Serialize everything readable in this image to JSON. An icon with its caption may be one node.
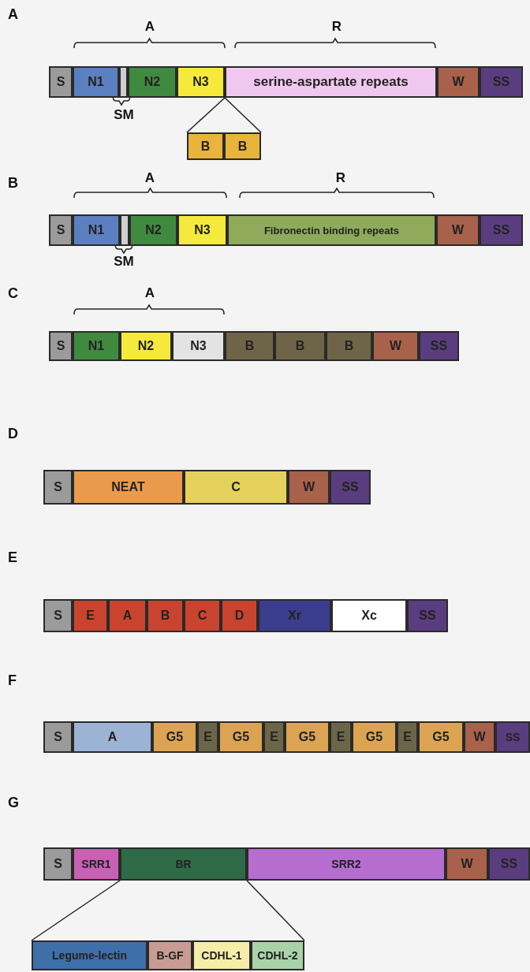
{
  "diagram": {
    "nodes": [
      {
        "text": [
          "S"
        ]
      },
      {
        "text": [
          "N1"
        ]
      },
      {
        "text": [],
        "shape": "box"
      },
      {
        "text": [
          "N2"
        ]
      },
      {
        "text": [
          "N3"
        ]
      },
      {
        "text": [
          "serine-aspartate repeats"
        ]
      },
      {
        "text": [
          "W"
        ]
      },
      {
        "text": [
          "SS"
        ]
      },
      {
        "text": [
          "B"
        ]
      },
      {
        "text": [
          "B"
        ]
      },
      {
        "text": [
          "S"
        ]
      },
      {
        "text": [
          "N1"
        ]
      },
      {
        "text": [],
        "shape": "box"
      },
      {
        "text": [
          "N2"
        ]
      },
      {
        "text": [
          "N3"
        ]
      },
      {
        "text": [
          "Fibronectin binding repeats"
        ]
      },
      {
        "text": [
          "W"
        ]
      },
      {
        "text": [
          "SS"
        ]
      },
      {
        "text": [
          "S"
        ]
      },
      {
        "text": [
          "N1"
        ]
      },
      {
        "text": [
          "N2"
        ]
      },
      {
        "text": [
          "N3"
        ]
      },
      {
        "text": [
          "B"
        ]
      },
      {
        "text": [
          "B"
        ]
      },
      {
        "text": [
          "B"
        ]
      },
      {
        "text": [
          "W"
        ]
      },
      {
        "text": [
          "SS"
        ]
      },
      {
        "text": [
          "S"
        ]
      },
      {
        "text": [
          "NEAT"
        ]
      },
      {
        "text": [
          "C"
        ]
      },
      {
        "text": [
          "W"
        ]
      },
      {
        "text": [
          "SS"
        ]
      },
      {
        "text": [
          "S"
        ]
      },
      {
        "text": [
          "E"
        ]
      },
      {
        "text": [
          "A"
        ]
      },
      {
        "text": [
          "B"
        ]
      },
      {
        "text": [
          "C"
        ]
      },
      {
        "text": [
          "D"
        ]
      },
      {
        "text": [
          "Xr"
        ]
      },
      {
        "text": [
          "Xc"
        ]
      },
      {
        "text": [
          "SS"
        ]
      },
      {
        "text": [
          "S"
        ]
      },
      {
        "text": [
          "A"
        ]
      },
      {
        "text": [
          "G5"
        ]
      },
      {
        "text": [
          "E"
        ]
      },
      {
        "text": [
          "G5"
        ]
      },
      {
        "text": [
          "E"
        ]
      },
      {
        "text": [
          "G5"
        ]
      },
      {
        "text": [
          "E"
        ]
      },
      {
        "text": [
          "G5"
        ]
      },
      {
        "text": [
          "E"
        ]
      },
      {
        "text": [
          "G5"
        ]
      },
      {
        "text": [
          "W"
        ]
      },
      {
        "text": [
          "SS"
        ]
      },
      {
        "text": [
          "S"
        ]
      },
      {
        "text": [
          "SRR1"
        ]
      },
      {
        "text": [
          "BR"
        ]
      },
      {
        "text": [
          "SRR2"
        ]
      },
      {
        "text": [
          "W"
        ]
      },
      {
        "text": [
          "SS"
        ]
      },
      {
        "text": [
          "Legume-lectin"
        ]
      },
      {
        "text": [
          "B-GF"
        ]
      },
      {
        "text": [
          "CDHL-1"
        ]
      },
      {
        "text": [
          "CDHL-2"
        ]
      }
    ],
    "edges": [
      {
        "from": 4,
        "to": 8,
        "arrow": "none"
      },
      {
        "from": 4,
        "to": 9,
        "arrow": "none"
      },
      {
        "from": 56,
        "to": 60,
        "arrow": "none"
      },
      {
        "from": 56,
        "to": 63,
        "arrow": "none"
      }
    ],
    "labels": [
      "A",
      "A",
      "R",
      "SM",
      "B",
      "A",
      "R",
      "SM",
      "C",
      "A",
      "D",
      "E",
      "F",
      "G"
    ]
  }
}
